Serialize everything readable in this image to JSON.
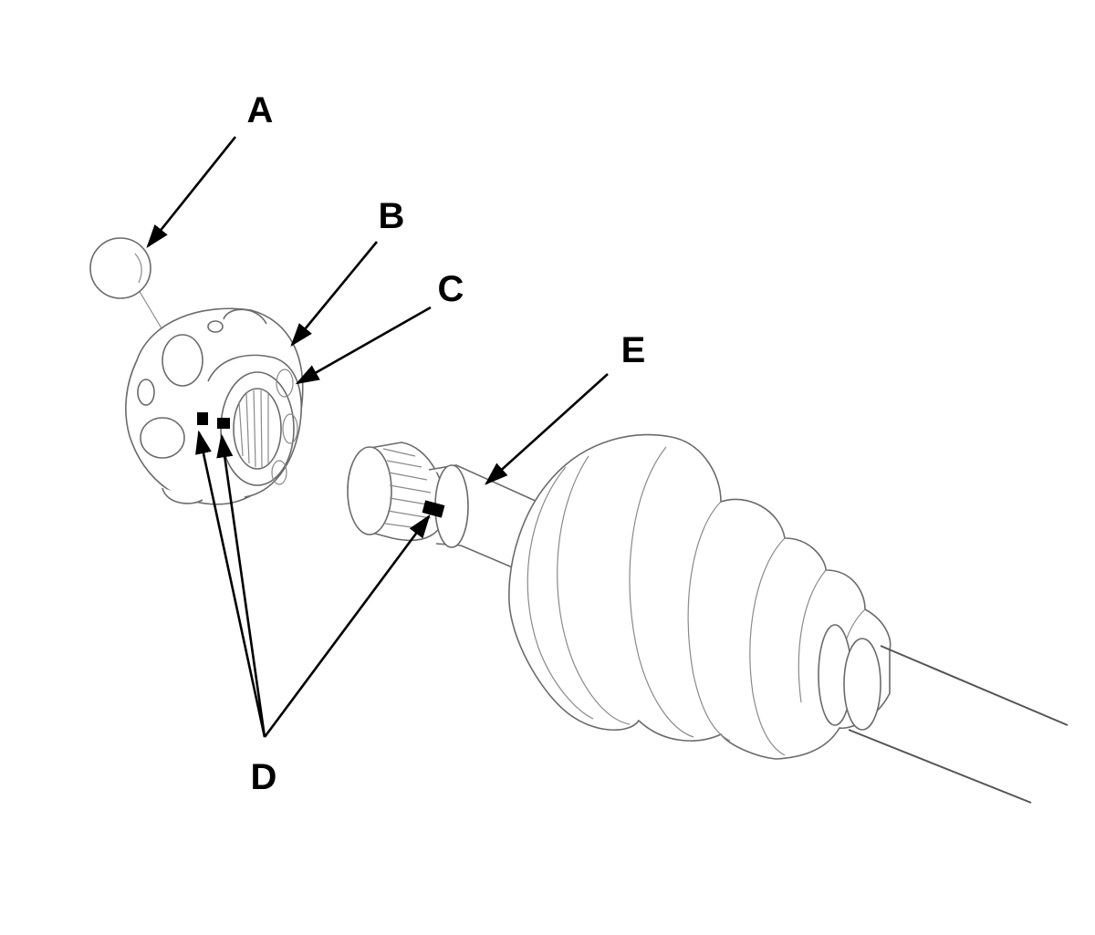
{
  "labels": {
    "a": "A",
    "b": "B",
    "c": "C",
    "d": "D",
    "e": "E"
  },
  "colors": {
    "line_art": "#6b6b6b",
    "leader": "#000000",
    "background": "#ffffff"
  }
}
